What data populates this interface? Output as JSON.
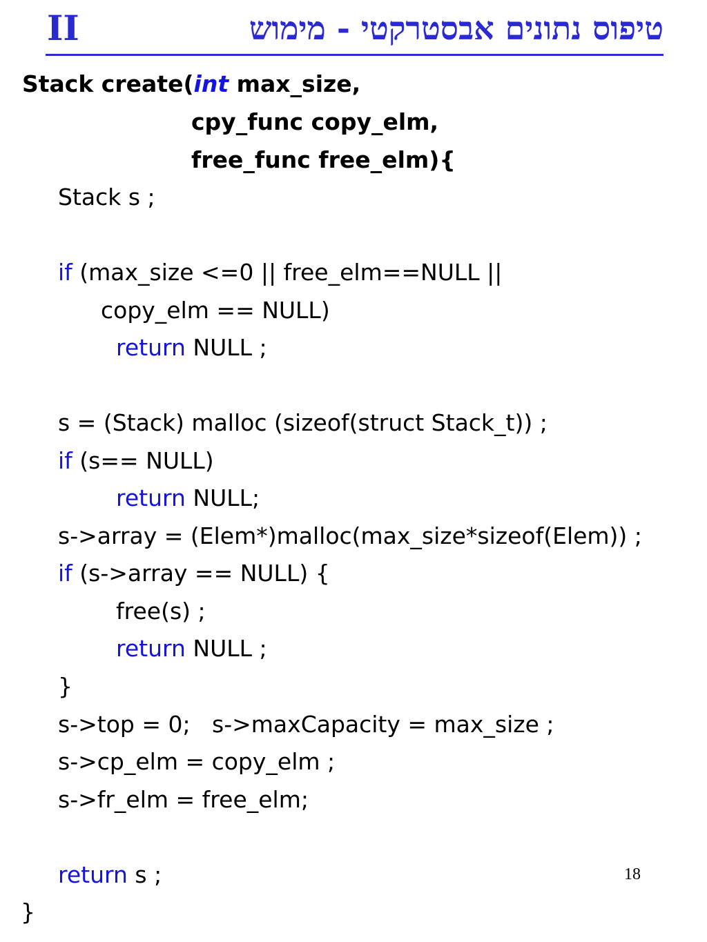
{
  "title": {
    "roman": "II",
    "hebrew": "טיפוס נתונים אבסטרקטי - מימוש"
  },
  "code": {
    "sig1_a": "Stack create(",
    "sig1_kw": "int",
    "sig1_b": " max_size,",
    "sig2": "cpy_func copy_elm,",
    "sig3": "free_func free_elm){",
    "l_decl": "Stack s ;",
    "l_if1_kw": "if",
    "l_if1_rest": " (max_size <=0 || free_elm==NULL ||",
    "l_if1_cont": "copy_elm == NULL)",
    "l_ret1_kw": "return",
    "l_ret1_rest": " NULL ;",
    "l_malloc": "s = (Stack) malloc (sizeof(struct Stack_t)) ;",
    "l_if2_kw": "if",
    "l_if2_rest": " (s== NULL)",
    "l_ret2_kw": "return",
    "l_ret2_rest": " NULL;",
    "l_array": "s->array = (Elem*)malloc(max_size*sizeof(Elem)) ;",
    "l_if3_kw": "if",
    "l_if3_rest": " (s->array == NULL) {",
    "l_free": "free(s) ;",
    "l_ret3_kw": "return",
    "l_ret3_rest": " NULL ;",
    "l_close1": "}",
    "l_top": "s->top = 0;   s->maxCapacity = max_size ;",
    "l_cp": "s->cp_elm = copy_elm ;",
    "l_fr": "s->fr_elm = free_elm;",
    "l_ret4_kw": "return",
    "l_ret4_rest": " s ;",
    "l_close2": "}"
  },
  "page_number": "18",
  "colors": {
    "title": "#2a2ad0",
    "keyword": "#1414e0",
    "text": "#000000"
  }
}
